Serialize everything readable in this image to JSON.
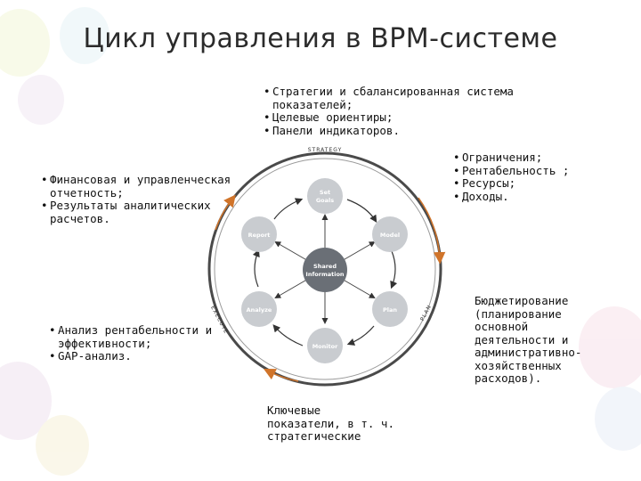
{
  "title": "Цикл управления в BPM-системе",
  "center": {
    "line1": "Shared",
    "line2": "Information"
  },
  "nodes": {
    "set_goals": {
      "line1": "Set",
      "line2": "Goals"
    },
    "model": "Model",
    "plan": "Plan",
    "monitor": "Monitor",
    "analyze": "Analyze",
    "report": "Report"
  },
  "ring_labels": {
    "strategy": "STRATEGY",
    "plan": "PLAN",
    "execute": "EXECUTE"
  },
  "annotations": {
    "strategy": [
      "Стратегии и сбалансированная система показателей;",
      "Целевые ориентиры;",
      "Панели индикаторов."
    ],
    "model": [
      "Ограничения;",
      "Рентабельность ;",
      "Ресурсы;",
      "Доходы."
    ],
    "report": [
      "Финансовая и управленческая отчетность;",
      "Результаты аналитических расчетов."
    ],
    "analyze": [
      "Анализ рентабельности и эффективности;",
      "GAP-анализ."
    ],
    "budget": "Бюджетирование\n(планирование\nосновной\nдеятельности и\nадминистративно-\nхозяйственных\nрасходов).",
    "kpi": "Ключевые\nпоказатели, в т. ч.\nстратегические"
  },
  "colors": {
    "node_fill": "#c9ccd0",
    "node_text": "#ffffff",
    "center_fill": "#6a6f76",
    "ring": "#5a5a5a",
    "arrow_accent": "#d0742a",
    "balloon": "#f2e2ea"
  }
}
